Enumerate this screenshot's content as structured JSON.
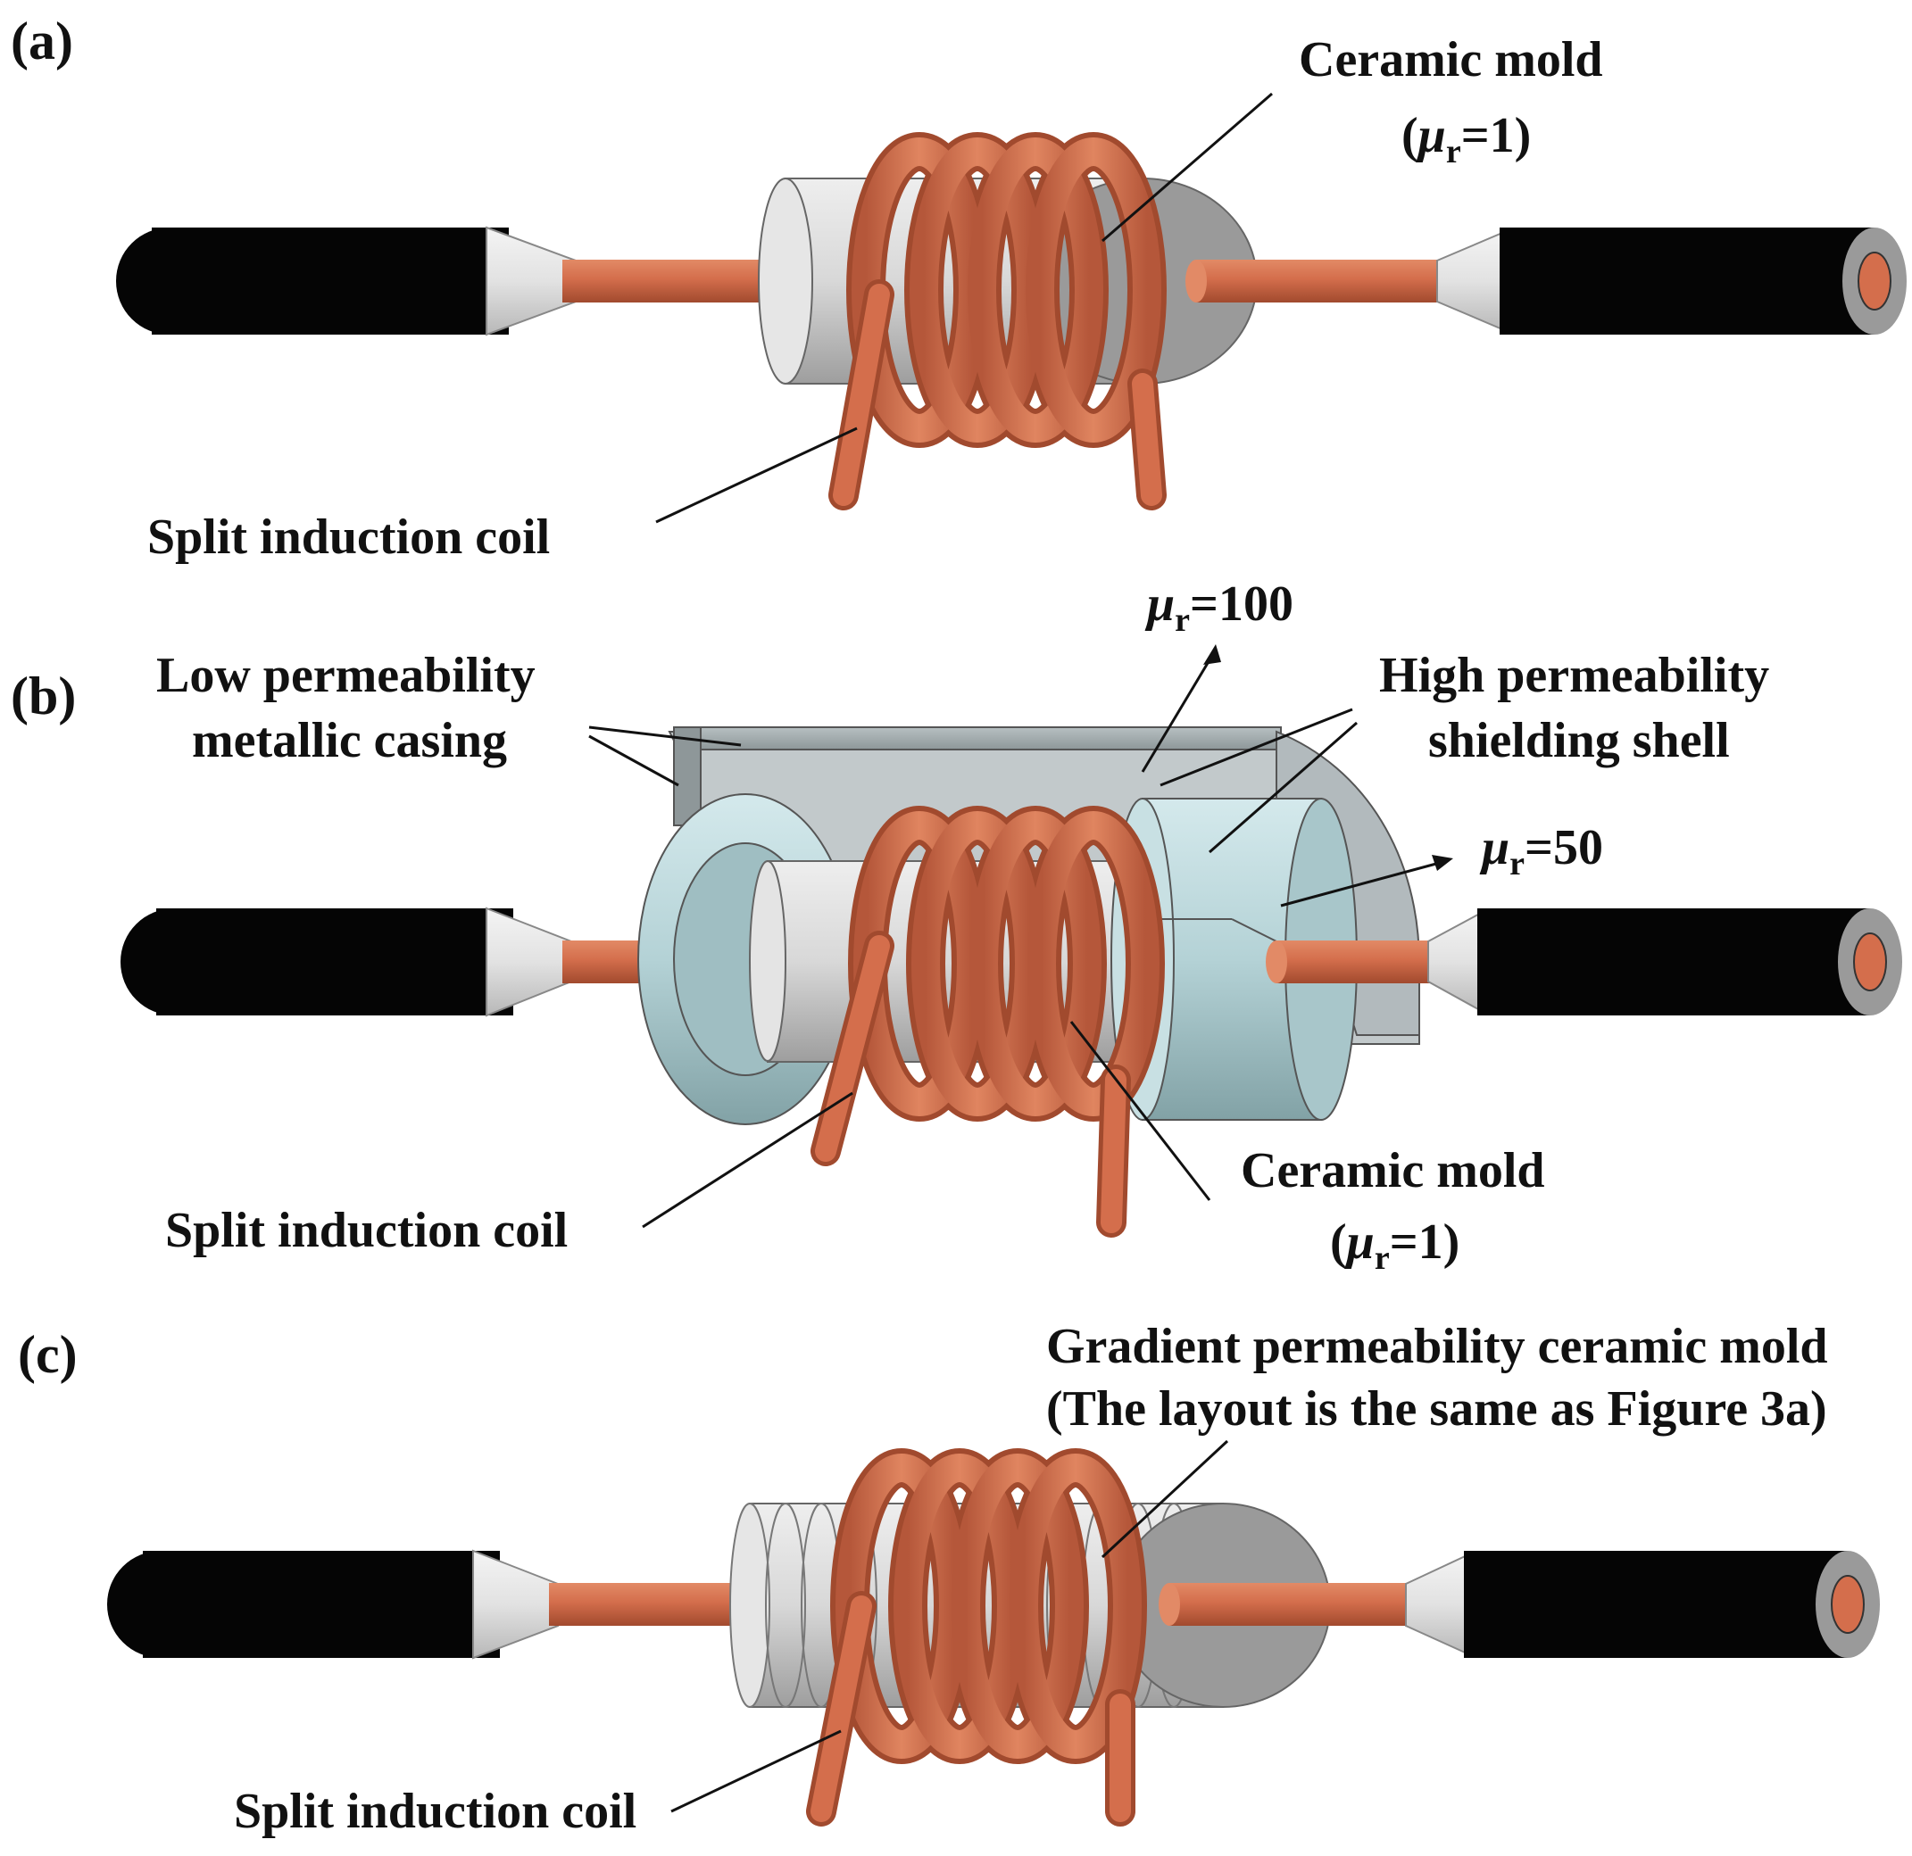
{
  "panel_a": {
    "letter": "(a)",
    "ceramic_mold": "Ceramic mold",
    "mu_sym": "μ",
    "mu_sub": "r",
    "mu_eq": "=1",
    "coil": "Split induction coil"
  },
  "panel_b": {
    "letter": "(b)",
    "casing_line1": "Low permeability",
    "casing_line2": "metallic casing",
    "shell_line1": "High permeability",
    "shell_line2": "shielding shell",
    "mu100_sym": "μ",
    "mu100_sub": "r",
    "mu100_eq": "=100",
    "mu50_sym": "μ",
    "mu50_sub": "r",
    "mu50_eq": "=50",
    "ceramic_mold": "Ceramic mold",
    "mu1_sym": "μ",
    "mu1_sub": "r",
    "mu1_eq": "=1",
    "coil": "Split induction coil"
  },
  "panel_c": {
    "letter": "(c)",
    "gradient_line1": "Gradient permeability ceramic mold",
    "gradient_line2": "(The layout is the same as Figure 3a)",
    "coil": "Split induction coil"
  },
  "colors": {
    "copper": "#d46e4c",
    "copper_dark": "#a14a2e",
    "ceramic": "#d4d4d4",
    "shell": "#b4d2d6",
    "casing": "#9aa1a3",
    "cable": "#050505"
  }
}
